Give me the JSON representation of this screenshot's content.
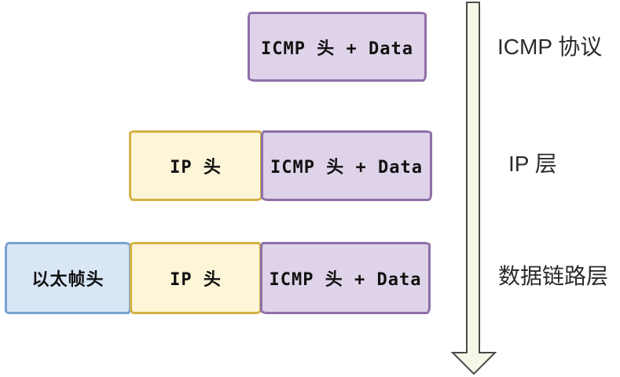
{
  "diagram": {
    "rows": [
      {
        "label": "ICMP 协议",
        "boxes": [
          {
            "name": "icmp-header-data",
            "text": "ICMP 头 + Data",
            "color": "purple"
          }
        ]
      },
      {
        "label": "IP 层",
        "boxes": [
          {
            "name": "ip-header",
            "text": "IP 头",
            "color": "yellow"
          },
          {
            "name": "icmp-header-data",
            "text": "ICMP 头 + Data",
            "color": "purple"
          }
        ]
      },
      {
        "label": "数据链路层",
        "boxes": [
          {
            "name": "ethernet-frame-header",
            "text": "以太帧头",
            "color": "blue"
          },
          {
            "name": "ip-header",
            "text": "IP 头",
            "color": "yellow"
          },
          {
            "name": "icmp-header-data",
            "text": "ICMP 头 + Data",
            "color": "purple"
          }
        ]
      }
    ],
    "arrow": {
      "name": "down-arrow",
      "direction": "down"
    },
    "colors": {
      "icmp_fill": "#ded3e8",
      "icmp_border": "#8e6fa8",
      "ip_fill": "#fdf5d7",
      "ip_border": "#d2b145",
      "ethernet_fill": "#d8e6f6",
      "ethernet_border": "#78a2d0",
      "arrow_fill": "#f7f7e9",
      "arrow_border": "#4a4a4a",
      "box_text": "#111111",
      "label_text": "#2b2b2b",
      "background": "#ffffff"
    }
  }
}
